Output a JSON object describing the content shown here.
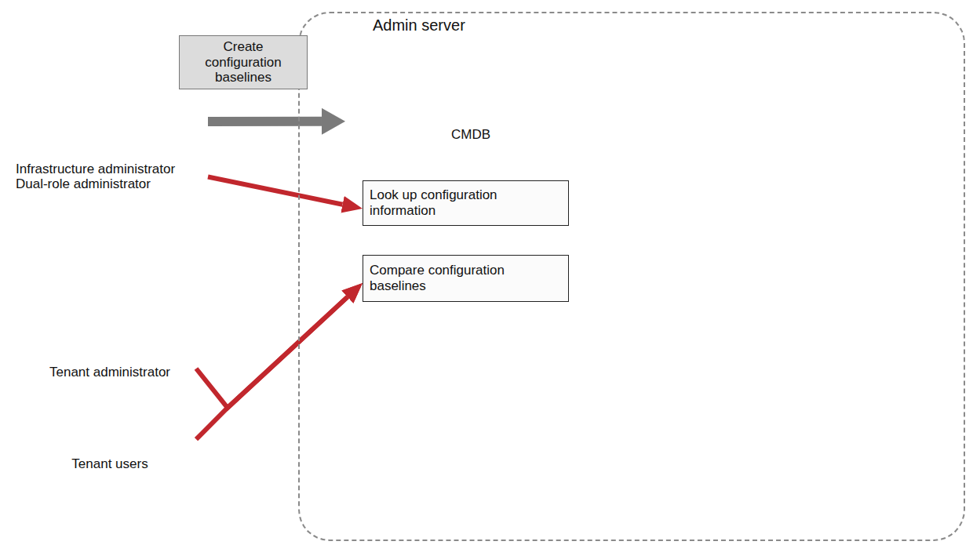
{
  "diagram": {
    "nodes": [
      {
        "text": [
          "Admin server"
        ]
      },
      {
        "text": [
          "Infrastructure administrator Dual-role administrator"
        ]
      },
      {
        "text": [
          "Tenant administrator"
        ]
      },
      {
        "text": [
          "Tenant users"
        ]
      },
      {
        "text": [
          "CMDB"
        ],
        "in": 0
      },
      {
        "text": [
          "Look up configuration information"
        ],
        "in": 4
      },
      {
        "text": [
          "Compare configuration baselines"
        ],
        "in": 4
      }
    ],
    "edges": [
      {
        "from": 1,
        "to": 4,
        "arrow": "to",
        "label": "Create configuration baselines"
      },
      {
        "from": 1,
        "to": 5,
        "arrow": "to"
      },
      {
        "from": 2,
        "to": 6,
        "arrow": "to"
      },
      {
        "from": 3,
        "to": 6,
        "arrow": "to"
      }
    ]
  }
}
